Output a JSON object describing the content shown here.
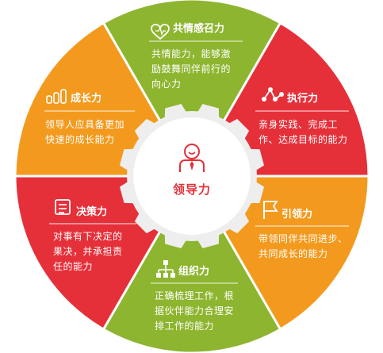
{
  "center": {
    "label": "领导力",
    "icon": "leader-person-icon"
  },
  "segments": [
    {
      "id": "empathy",
      "title": "共情感召力",
      "icon": "heart-icon",
      "lines": [
        "共情能力，能够激",
        "励鼓舞同伴前行的",
        "向心力"
      ],
      "color": "#8db52f"
    },
    {
      "id": "execution",
      "title": "执行力",
      "icon": "network-nodes-icon",
      "lines": [
        "亲身实践、完成工",
        "作、达成目标的能力"
      ],
      "color": "#e5303a"
    },
    {
      "id": "guidance",
      "title": "引领力",
      "icon": "flag-icon",
      "lines": [
        "带领同伴共同进步、",
        "共同成长的能力"
      ],
      "color": "#f39a1e"
    },
    {
      "id": "organize",
      "title": "组织力",
      "icon": "org-chart-icon",
      "lines": [
        "正确梳理工作，根",
        "据伙伴能力合理安",
        "排工作的能力"
      ],
      "color": "#8db52f"
    },
    {
      "id": "decision",
      "title": "决策力",
      "icon": "decision-list-icon",
      "lines": [
        "对事有下决定的",
        "果决，并承担责",
        "任的能力"
      ],
      "color": "#e5303a"
    },
    {
      "id": "growth",
      "title": "成长力",
      "icon": "growth-bars-icon",
      "lines": [
        "领导人应具备更加",
        "快速的成长能力"
      ],
      "color": "#f39a1e"
    }
  ],
  "colors": {
    "gear": "#eeeeee",
    "accent": "#e5303a"
  }
}
